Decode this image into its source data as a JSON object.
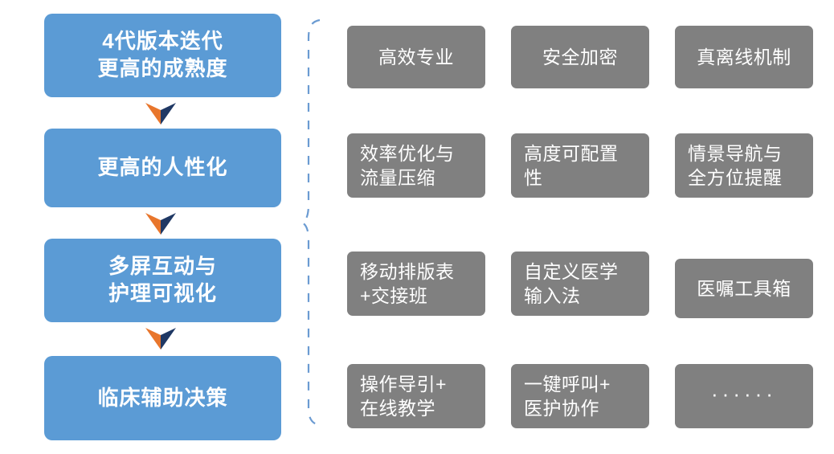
{
  "diagram": {
    "title_flow_label": "4代版本迭代",
    "flow": {
      "name": "evolution-flow",
      "steps": [
        {
          "label": "4代版本迭代\n更高的成熟度",
          "lines": 2
        },
        {
          "label": "更高的人性化",
          "lines": 1
        },
        {
          "label": "多屏互动与\n护理可视化",
          "lines": 2
        },
        {
          "label": "临床辅助决策",
          "lines": 1
        }
      ],
      "connector_icon": "chevron-down-icon",
      "connector_count": 3
    },
    "bracket": {
      "name": "dashed-bracket",
      "style": "dashed",
      "color": "#6B9BD2"
    },
    "features": {
      "rows": [
        [
          {
            "label": "高效专业",
            "align": "center"
          },
          {
            "label": "安全加密",
            "align": "center"
          },
          {
            "label": "真离线机制",
            "align": "center"
          }
        ],
        [
          {
            "label": "效率优化与\n流量压缩",
            "align": "left"
          },
          {
            "label": "高度可配置\n性",
            "align": "left"
          },
          {
            "label": "情景导航与\n全方位提醒",
            "align": "left"
          }
        ],
        [
          {
            "label": "移动排版表\n+交接班",
            "align": "left"
          },
          {
            "label": "自定义医学\n输入法",
            "align": "left"
          },
          {
            "label": "医嘱工具箱",
            "align": "center"
          }
        ],
        [
          {
            "label": "操作导引+\n在线教学",
            "align": "left"
          },
          {
            "label": "一键呼叫+\n医护协作",
            "align": "left"
          },
          {
            "label": "······",
            "align": "dots"
          }
        ]
      ]
    },
    "colors": {
      "flow_box": "#5B9BD5",
      "feature_box": "#808080",
      "chevron_left": "#E8762C",
      "chevron_right": "#1F3864",
      "bracket": "#6B9BD2",
      "text": "#FFFFFF",
      "background": "#FFFFFF"
    }
  }
}
